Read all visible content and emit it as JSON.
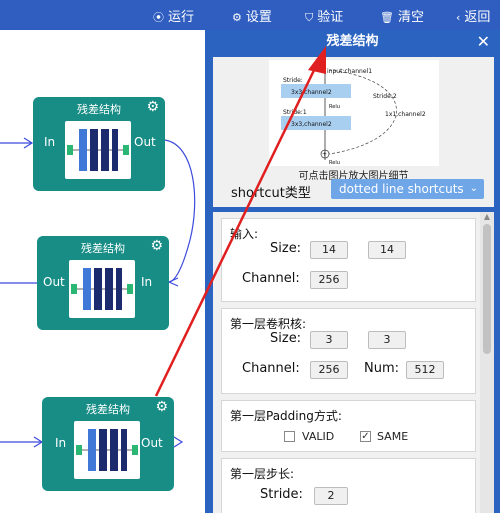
{
  "toolbar": {
    "run_label": "运行",
    "settings_label": "设置",
    "verify_label": "验证",
    "clear_label": "清空",
    "back_label": "返回"
  },
  "nodes": [
    {
      "title": "残差结构",
      "in_label": "In",
      "out_label": "Out"
    },
    {
      "title": "残差结构",
      "in_label": "In",
      "out_label": "Out"
    },
    {
      "title": "残差结构",
      "in_label": "In",
      "out_label": "Out"
    }
  ],
  "panel": {
    "title": "残差结构",
    "preview": {
      "caption": "可点击图片放大图片细节",
      "labels": {
        "input": "input:channel1",
        "stride_top": "Stride:",
        "conv1": "3x3,channel2",
        "relu1": "Relu",
        "stride_bottom": "Stride:1",
        "conv2": "3x3,channel2",
        "stride2": "Stride:2",
        "shortcut": "1x1,channel2",
        "plus": "+",
        "relu2": "Relu"
      }
    },
    "shortcut": {
      "label": "shortcut类型",
      "value": "dotted line shortcuts"
    },
    "input": {
      "title": "输入:",
      "size_label": "Size:",
      "size_w": "14",
      "size_h": "14",
      "channel_label": "Channel:",
      "channel": "256"
    },
    "conv1": {
      "title": "第一层卷积核:",
      "size_label": "Size:",
      "size_w": "3",
      "size_h": "3",
      "channel_label": "Channel:",
      "channel": "256",
      "num_label": "Num:",
      "num": "512"
    },
    "padding": {
      "title": "第一层Padding方式:",
      "valid_label": "VALID",
      "same_label": "SAME",
      "same_checked": "✓"
    },
    "stride": {
      "title": "第一层步长:",
      "stride_label": "Stride:",
      "stride": "2"
    }
  },
  "colors": {
    "toolbar_bg": "#2f5ec0",
    "panel_bg": "#2b63c1",
    "node_bg": "#178d86",
    "connector": "#3b4bdb",
    "annotation_arrow": "#e02020",
    "select_bg": "#6fa6e8"
  }
}
